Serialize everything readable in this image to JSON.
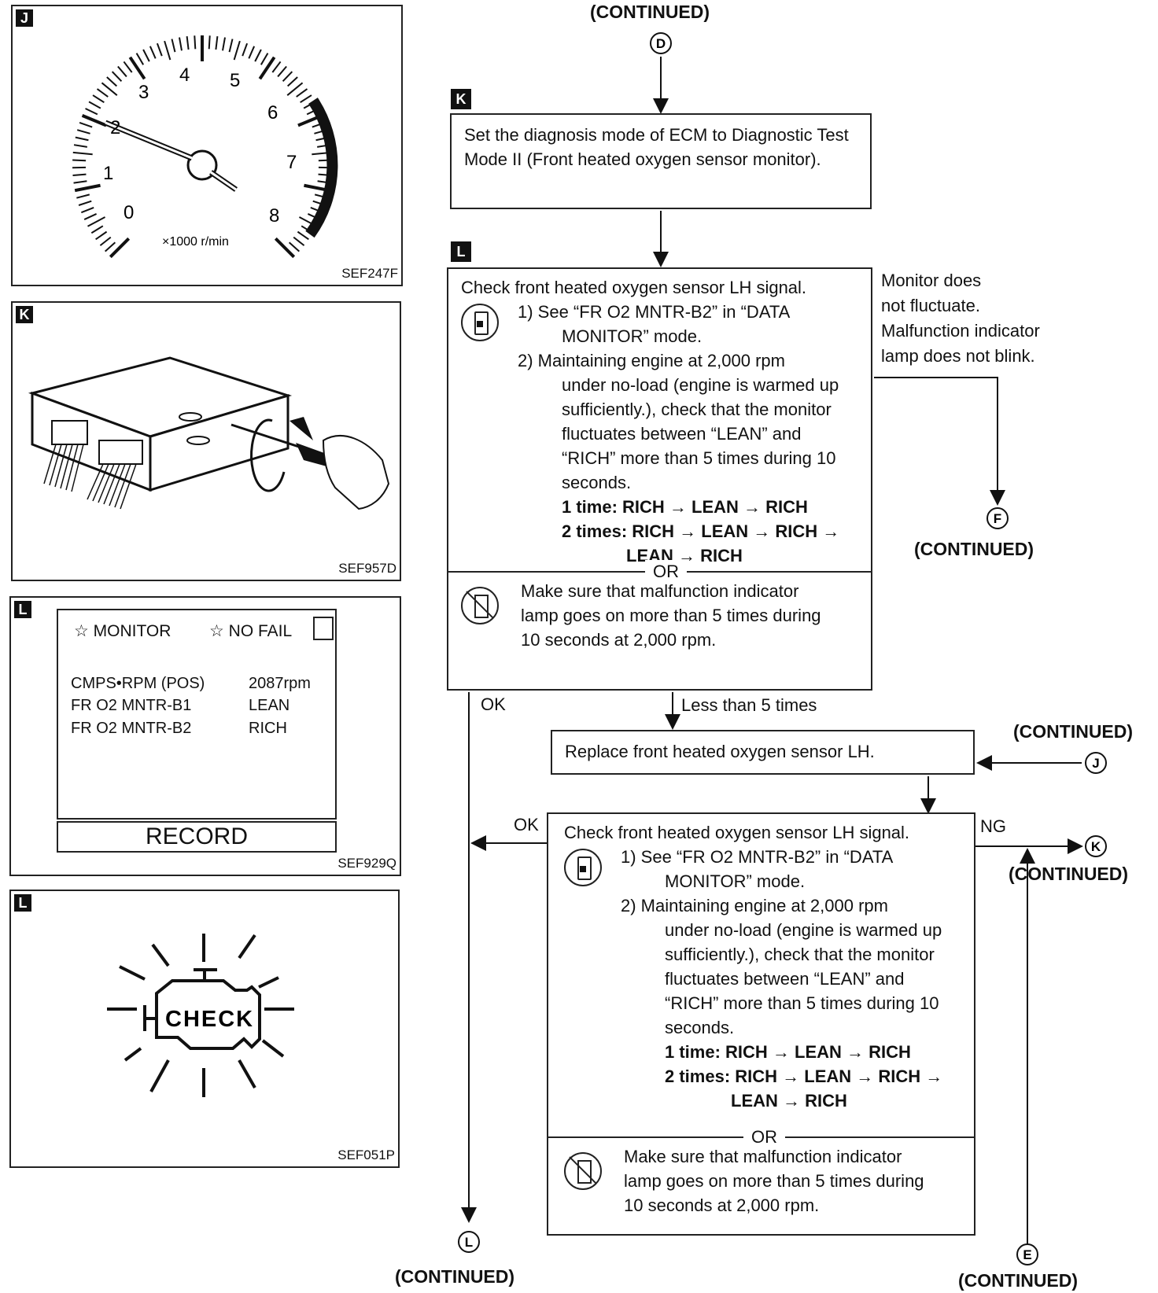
{
  "panels": {
    "j": {
      "tag": "J",
      "code": "SEF247F",
      "gauge_ticks": [
        "0",
        "1",
        "2",
        "3",
        "4",
        "5",
        "6",
        "7",
        "8"
      ],
      "unit": "×1000 r/min"
    },
    "k": {
      "tag": "K",
      "code": "SEF957D"
    },
    "l1": {
      "tag": "L",
      "code": "SEF929Q",
      "monitor": "☆ MONITOR",
      "nofail": "☆ NO FAIL",
      "rows": [
        {
          "name": "CMPS•RPM (POS)",
          "value": "2087rpm"
        },
        {
          "name": "FR O2 MNTR-B1",
          "value": "LEAN"
        },
        {
          "name": "FR O2 MNTR-B2",
          "value": "RICH"
        }
      ],
      "record": "RECORD"
    },
    "l2": {
      "tag": "L",
      "code": "SEF051P",
      "check": "CHECK"
    }
  },
  "flow": {
    "top_continued": "(CONTINUED)",
    "connector_d": "D",
    "box_k": {
      "tag": "K",
      "text": "Set the diagnosis mode of ECM to Diagnostic Test Mode II (Front heated oxygen sensor monitor)."
    },
    "box_l": {
      "tag": "L",
      "title": "Check front heated oxygen sensor LH signal.",
      "step1a": "1) See “FR O2 MNTR-B2” in “DATA",
      "step1b": "MONITOR” mode.",
      "step2a": "2) Maintaining engine at 2,000 rpm",
      "step2b": "under no-load (engine is warmed up",
      "step2c": "sufficiently.), check that the monitor",
      "step2d": "fluctuates between “LEAN” and",
      "step2e": "“RICH” more than 5 times during 10",
      "step2f": "seconds.",
      "time1": "1 time: RICH → LEAN → RICH",
      "time2a": "2 times: RICH → LEAN → RICH →",
      "time2b": "LEAN → RICH",
      "or": "OR",
      "mil1": "Make sure that malfunction indicator",
      "mil2": "lamp goes on more than 5 times during",
      "mil3": "10 seconds at 2,000 rpm."
    },
    "side_note": [
      "Monitor does",
      "not fluctuate.",
      "Malfunction indicator",
      "lamp does not blink."
    ],
    "connector_f": "F",
    "continued_f": "(CONTINUED)",
    "ok1": "OK",
    "less5": "Less than 5 times",
    "replace": "Replace front heated oxygen sensor LH.",
    "continued_j": "(CONTINUED)",
    "connector_j": "J",
    "ok2": "OK",
    "ng": "NG",
    "connector_k": "K",
    "continued_k": "(CONTINUED)",
    "connector_l": "L",
    "continued_l": "(CONTINUED)",
    "connector_e": "E",
    "continued_e": "(CONTINUED)"
  }
}
